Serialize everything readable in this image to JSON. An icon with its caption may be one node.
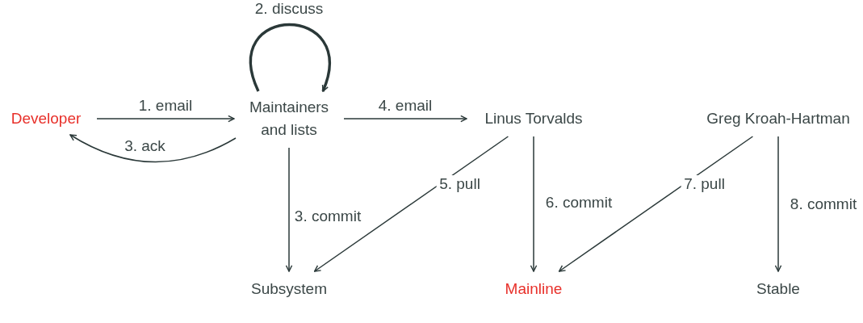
{
  "diagram": {
    "nodes": [
      {
        "text": [
          "Developer"
        ]
      },
      {
        "text": [
          "Maintainers and lists"
        ]
      },
      {
        "text": [
          "Linus Torvalds"
        ]
      },
      {
        "text": [
          "Greg Kroah-Hartman"
        ]
      },
      {
        "text": [
          "Subsystem"
        ]
      },
      {
        "text": [
          "Mainline"
        ]
      },
      {
        "text": [
          "Stable"
        ]
      }
    ],
    "edges": [
      {
        "from": 0,
        "to": 1,
        "arrow": "to",
        "label": "1. email"
      },
      {
        "from": 1,
        "to": 1,
        "arrow": "to",
        "label": "2. discuss",
        "style": "thick"
      },
      {
        "from": 1,
        "to": 0,
        "arrow": "to",
        "label": "3. ack"
      },
      {
        "from": 1,
        "to": 4,
        "arrow": "to",
        "label": "3. commit"
      },
      {
        "from": 1,
        "to": 2,
        "arrow": "to",
        "label": "4. email"
      },
      {
        "from": 2,
        "to": 4,
        "arrow": "to",
        "label": "5. pull"
      },
      {
        "from": 2,
        "to": 5,
        "arrow": "to",
        "label": "6. commit"
      },
      {
        "from": 3,
        "to": 5,
        "arrow": "to",
        "label": "7. pull"
      },
      {
        "from": 3,
        "to": 6,
        "arrow": "to",
        "label": "8. commit"
      }
    ]
  }
}
